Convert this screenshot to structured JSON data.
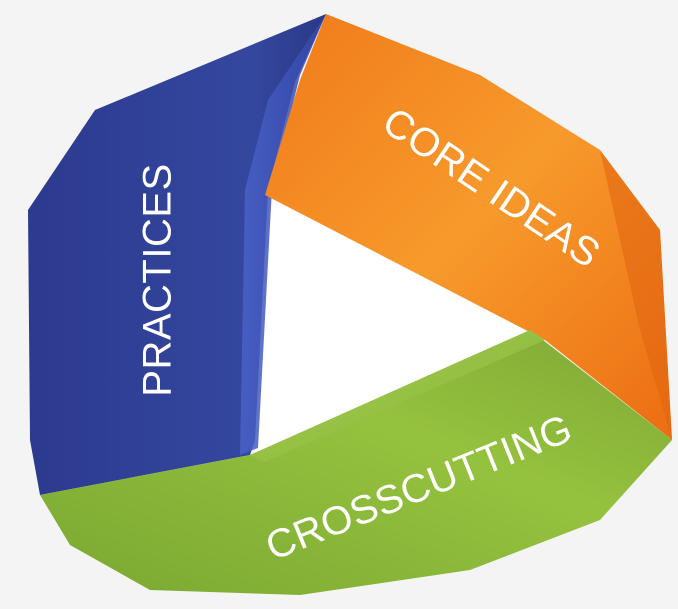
{
  "segments": [
    {
      "id": "practices",
      "label": "PRACTICES",
      "color": "#2f3f9c"
    },
    {
      "id": "core_ideas",
      "label": "CORE IDEAS",
      "color": "#f4821f"
    },
    {
      "id": "crosscutting",
      "label": "CROSSCUTTING",
      "color": "#86b43a"
    }
  ],
  "colors": {
    "background": "#f4f4f4",
    "center": "#ffffff",
    "label_text": "#ffffff"
  }
}
